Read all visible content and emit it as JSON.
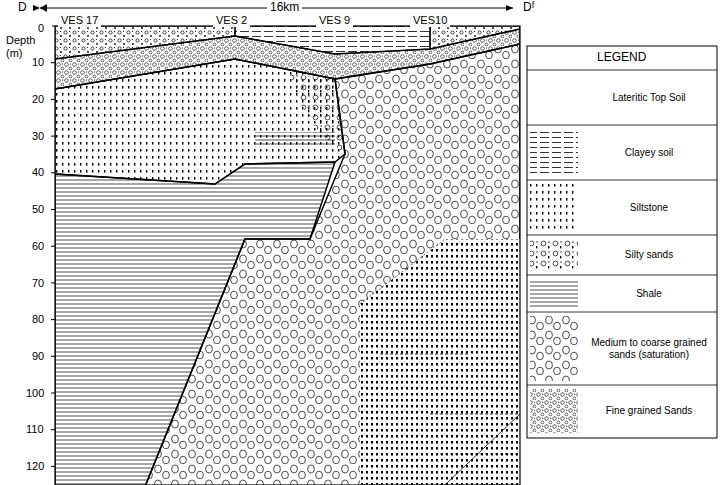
{
  "diagram": {
    "labels": [
      "D",
      "16km",
      "Dᶠ",
      "VES 17",
      "VES 2",
      "VES 9",
      "VES10",
      "Depth (m)",
      "0",
      "10",
      "20",
      "30",
      "40",
      "50",
      "60",
      "70",
      "80",
      "90",
      "100",
      "110",
      "120",
      "LEGEND"
    ],
    "legend": [
      {
        "text": "Lateritic Top Soil"
      },
      {
        "text": "Clayey soil"
      },
      {
        "text": "Siltstone"
      },
      {
        "text": "Silty sands"
      },
      {
        "text": "Shale"
      },
      {
        "text": "Medium to coarse grained sands (saturation)"
      },
      {
        "text": "Fine grained Sands"
      }
    ]
  }
}
